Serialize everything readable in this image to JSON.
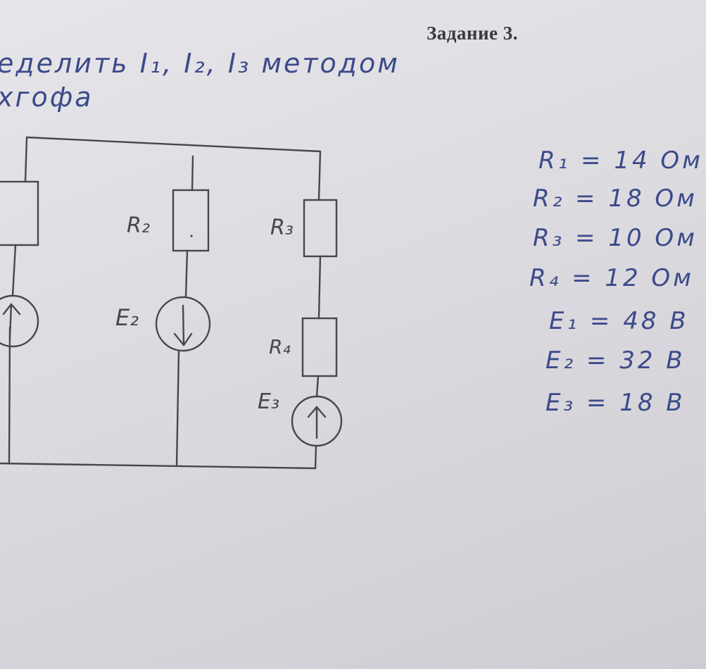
{
  "task_title": "Задание 3.",
  "handwriting": {
    "line1": "еделить  I₁, I₂, I₃  методом",
    "line2": "хгофа"
  },
  "circuit": {
    "labels": {
      "r2": "R₂",
      "r3": "R₃",
      "r4": "R₄",
      "e2": "E₂",
      "e3": "E₃"
    }
  },
  "parameters": {
    "r1": "R₁ = 14 Ом",
    "r2": "R₂ = 18 Ом",
    "r3": "R₃ = 10 Ом",
    "r4": "R₄ = 12 Ом",
    "e1": "E₁ = 48 В",
    "e2": "E₂ = 32 В",
    "e3": "E₃ = 18 В"
  },
  "colors": {
    "paper": "#e2e1e5",
    "pencil": "#474650",
    "ink": "#3c4a8a"
  }
}
